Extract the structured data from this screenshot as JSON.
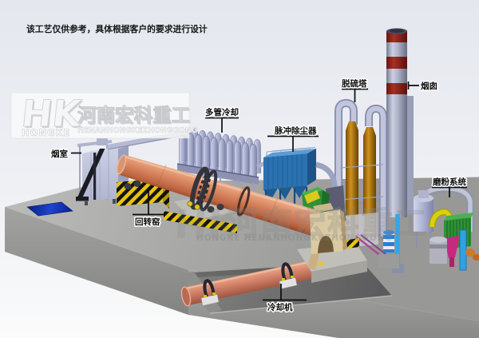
{
  "disclaimer": "该工艺仅供参考，具体根据客户的要求进行设计",
  "watermark": {
    "logo": "HK",
    "logo_caption": "HONGKE",
    "brand_cn": "河南宏科重工",
    "brand_en": "HENANHONGKEZHONGGONG",
    "brand_line": "HONGKE  HENANHONGKEZHONGGONG"
  },
  "labels": {
    "smoke_chamber": "烟室",
    "multi_tube_cooler": "多管冷却",
    "pulse_dust_collector": "脉冲除尘器",
    "desulfurization_tower": "脱硫塔",
    "chimney": "烟囱",
    "grinding_system": "磨粉系统",
    "rotary_kiln": "回转窑",
    "cooling_machine": "冷却机"
  },
  "colors": {
    "kiln": "#cc7a58",
    "platform": "#a2a2a0",
    "dust_collector": "#2a72b0",
    "tower": "#c07818",
    "chimney_band": "#8c1a14",
    "hazard_yellow": "#e6c50c",
    "pool_blue": "#1232b4"
  }
}
